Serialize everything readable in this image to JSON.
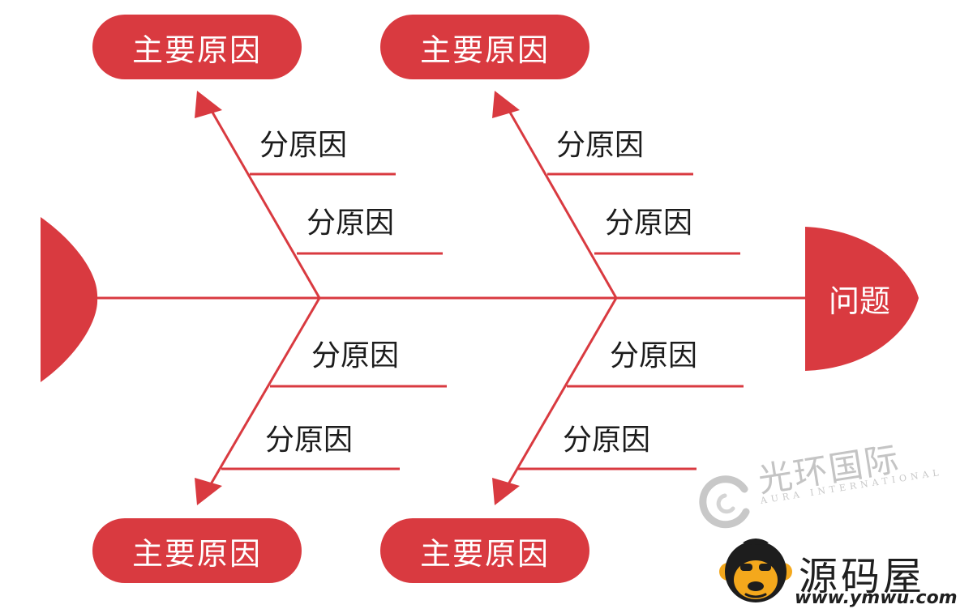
{
  "diagram": {
    "problem_label": "问题",
    "main_causes": [
      "主要原因",
      "主要原因",
      "主要原因",
      "主要原因"
    ],
    "sub_causes": [
      "分原因",
      "分原因",
      "分原因",
      "分原因",
      "分原因",
      "分原因",
      "分原因",
      "分原因"
    ],
    "colors": {
      "accent": "#d93a40",
      "text": "#1c1c1c",
      "background": "#ffffff"
    }
  },
  "watermark": {
    "brand_cn": "光环国际",
    "brand_en": "AURA INTERNATIONAL"
  },
  "site_brand": {
    "name": "源码屋",
    "url": "www.ymwu.com"
  }
}
